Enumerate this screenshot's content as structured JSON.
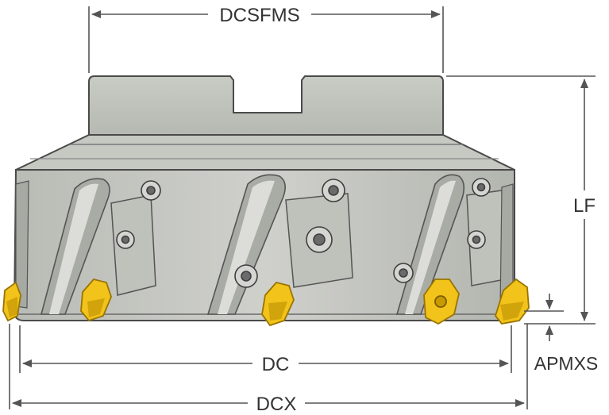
{
  "dimensions": {
    "dcsfms": "DCSFMS",
    "lf": "LF",
    "dc": "DC",
    "apmxs": "APMXS",
    "dcx": "DCX"
  },
  "colors": {
    "body_fill": "#c5c7c1",
    "body_dark": "#8c8f88",
    "body_light": "#dcddd8",
    "outline": "#4a4a4a",
    "insert_yellow": "#f2c31a",
    "insert_dark": "#b88a00",
    "dimension_line": "#555555"
  },
  "icons": [
    "arrow-icon"
  ]
}
